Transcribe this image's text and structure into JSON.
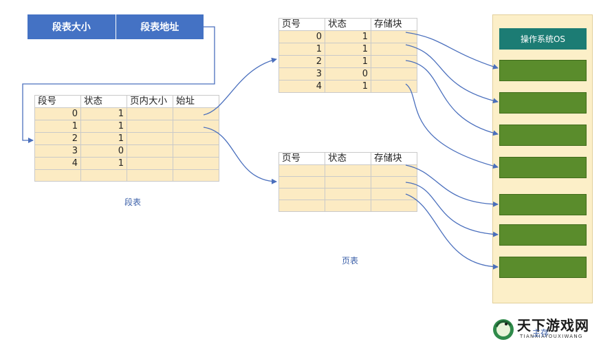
{
  "segment_register": {
    "size_label": "段表大小",
    "address_label": "段表地址"
  },
  "segment_table": {
    "headers": [
      "段号",
      "状态",
      "页内大小",
      "始址"
    ],
    "rows": [
      [
        "0",
        "1",
        "",
        ""
      ],
      [
        "1",
        "1",
        "",
        ""
      ],
      [
        "2",
        "1",
        "",
        ""
      ],
      [
        "3",
        "0",
        "",
        ""
      ],
      [
        "4",
        "1",
        "",
        ""
      ],
      [
        "",
        "",
        "",
        ""
      ]
    ],
    "caption": "段表"
  },
  "page_table_1": {
    "headers": [
      "页号",
      "状态",
      "存储块"
    ],
    "rows": [
      [
        "0",
        "1",
        ""
      ],
      [
        "1",
        "1",
        ""
      ],
      [
        "2",
        "1",
        ""
      ],
      [
        "3",
        "0",
        ""
      ],
      [
        "4",
        "1",
        ""
      ]
    ]
  },
  "page_table_2": {
    "headers": [
      "页号",
      "状态",
      "存储块"
    ],
    "rows": [
      [
        "",
        "",
        ""
      ],
      [
        "",
        "",
        ""
      ],
      [
        "",
        "",
        ""
      ],
      [
        "",
        "",
        ""
      ]
    ],
    "caption": "页表"
  },
  "memory": {
    "os_label": "操作系统OS",
    "frame_count": 7
  },
  "watermark": {
    "title": "天下游戏网",
    "subtitle": "TIANXIAYOUXIWANG",
    "overlay": "主存"
  },
  "colors": {
    "register_blue": "#4472c4",
    "table_fill": "#fcebc3",
    "memory_fill": "#fcefc8",
    "os_teal": "#1c7c74",
    "frame_green": "#5a8c2c",
    "arrow_blue": "#4a6fbd"
  }
}
